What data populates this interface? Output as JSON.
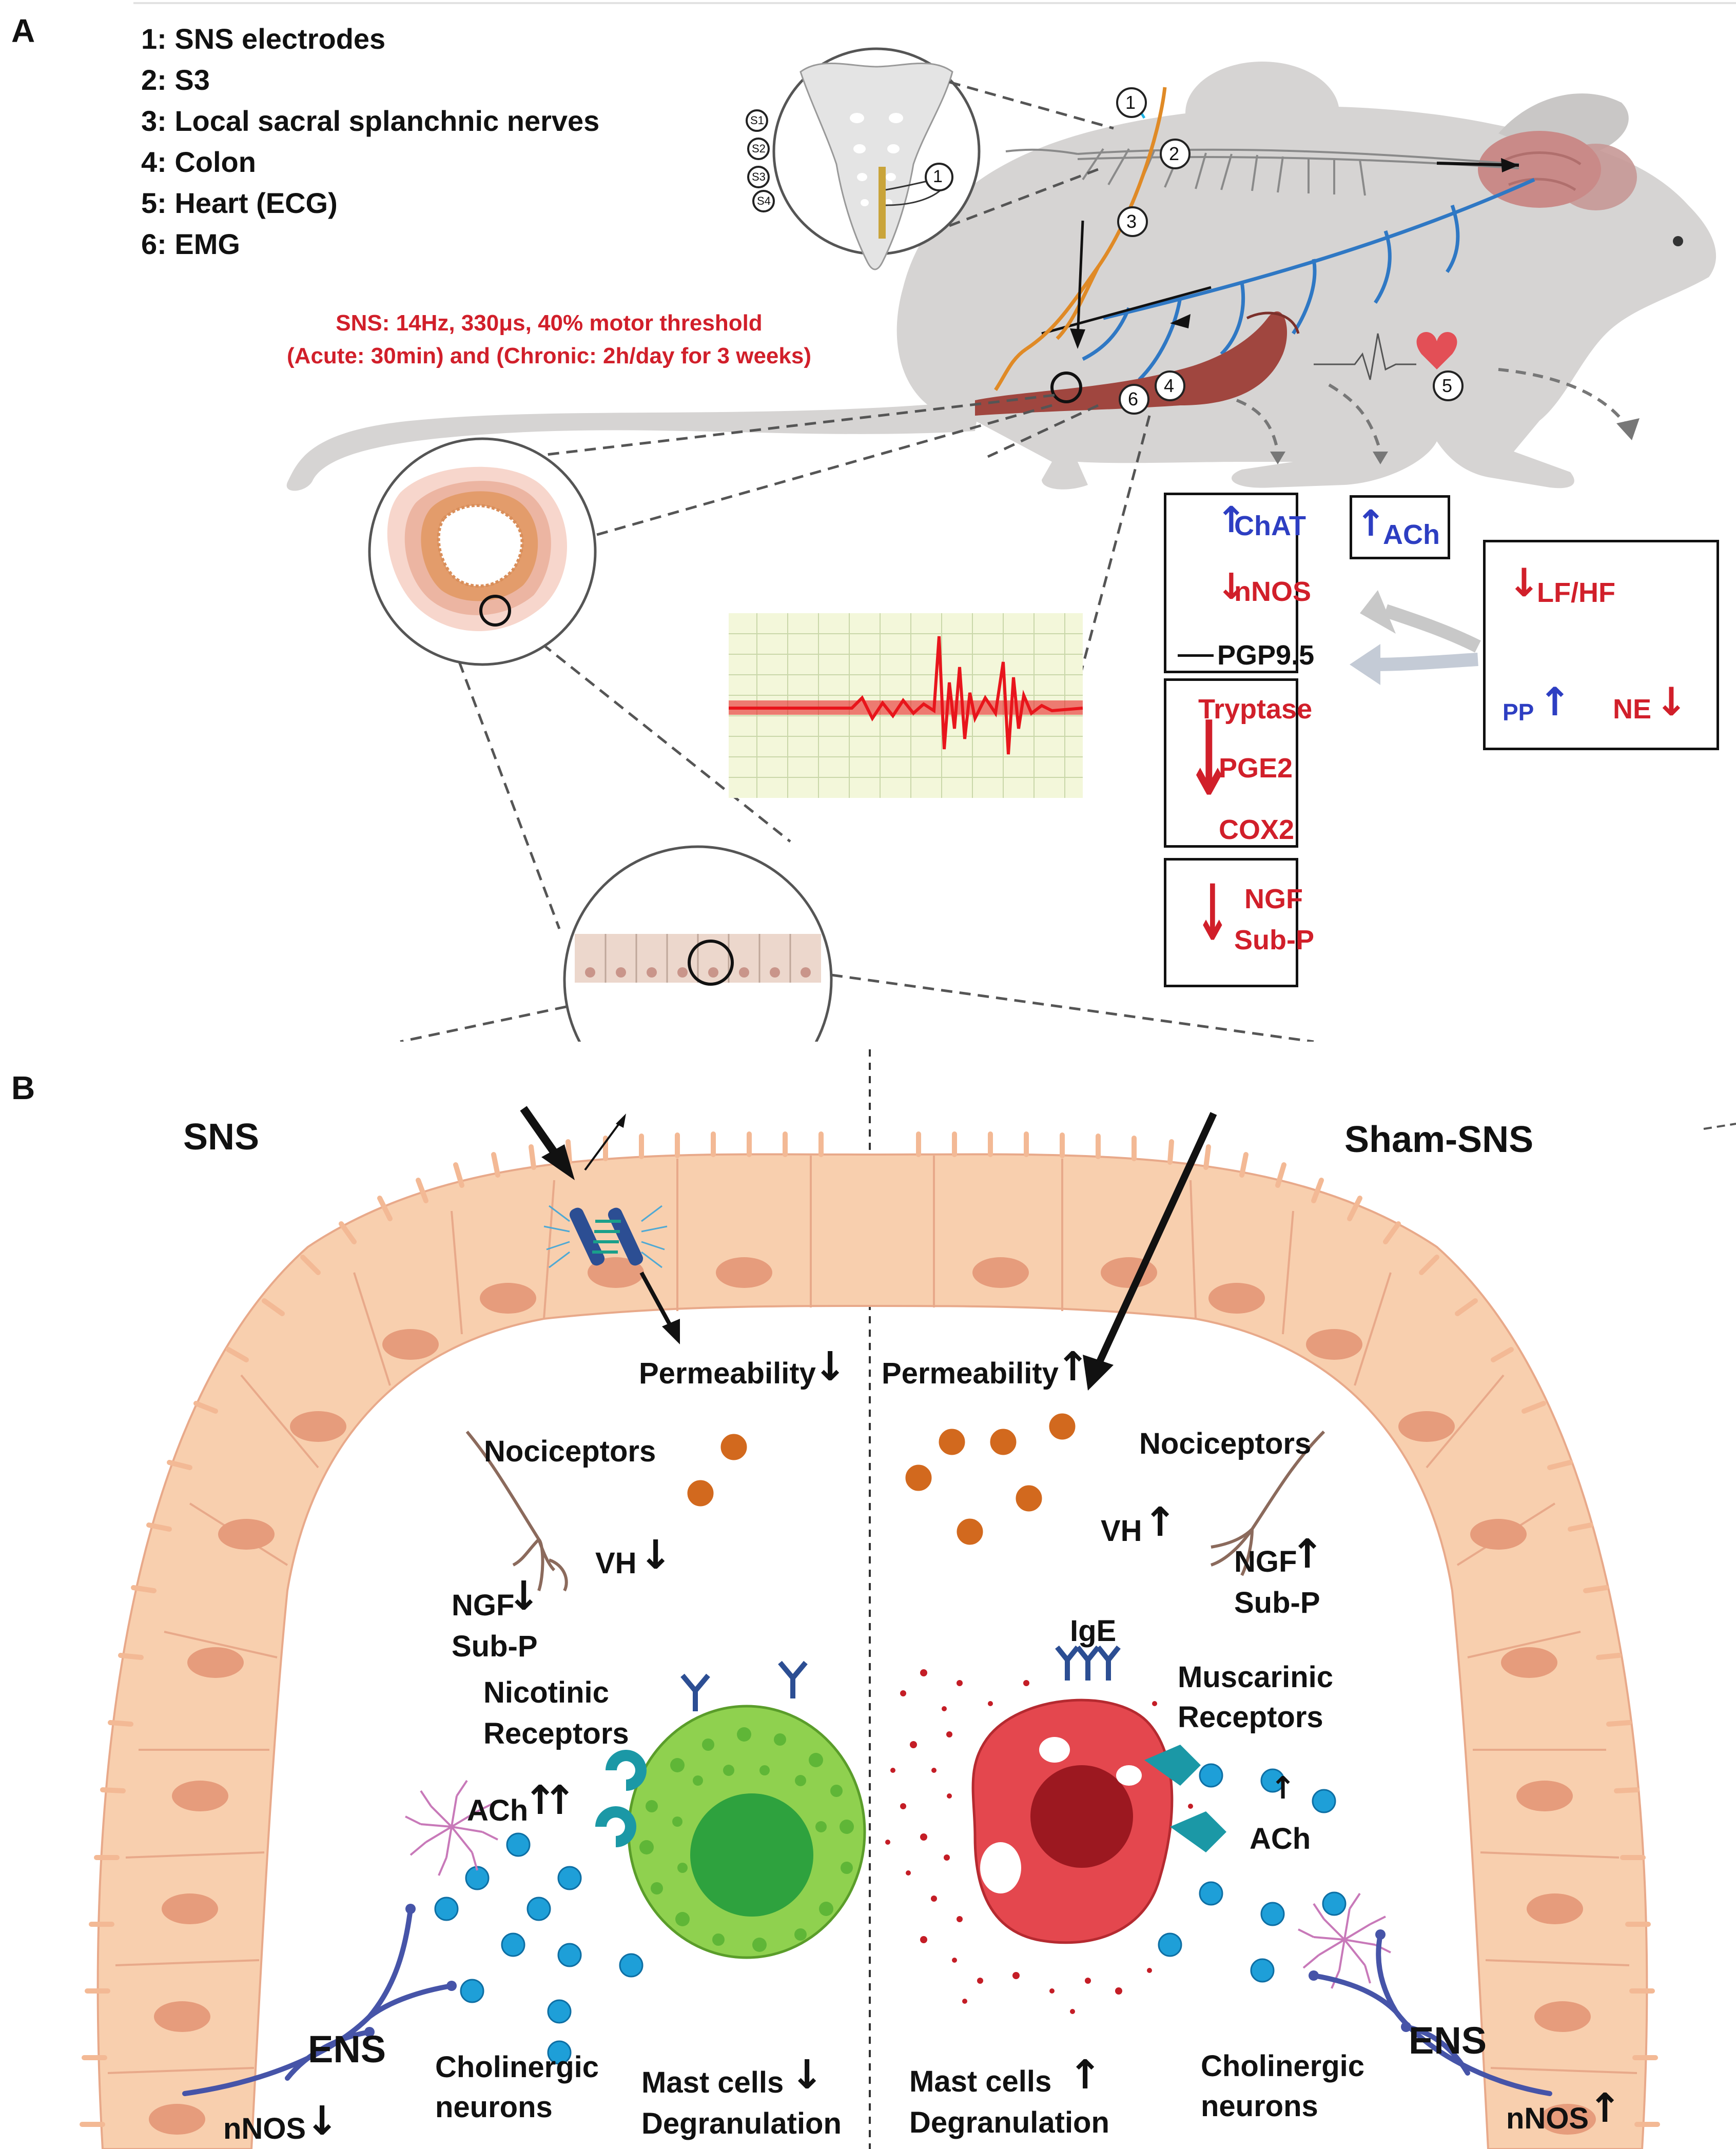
{
  "panels": {
    "a": "A",
    "b": "B"
  },
  "legend": [
    "1: SNS electrodes",
    "2: S3",
    "3: Local sacral splanchnic nerves",
    "4: Colon",
    "5: Heart (ECG)",
    "6: EMG"
  ],
  "stimulation": {
    "line1": "SNS: 14Hz, 330μs, 40% motor threshold",
    "line2": "(Acute: 30min) and (Chronic: 2h/day for 3 weeks)"
  },
  "sacrum_labels": [
    "S1",
    "S2",
    "S3",
    "S4"
  ],
  "callout_numbers": [
    "1",
    "2",
    "3",
    "4",
    "5",
    "6"
  ],
  "markers": {
    "chat": "ChAT",
    "nnos": "nNOS",
    "pgp": "PGP9.5",
    "ach": "ACh",
    "lf_hf": "LF/HF",
    "pp": "PP",
    "ne": "NE",
    "tryptase": "Tryptase",
    "pge2": "PGE2",
    "cox2": "COX2",
    "ngf": "NGF",
    "subp": "Sub-P"
  },
  "left": {
    "title": "SNS",
    "permeability": "Permeability",
    "nociceptors": "Nociceptors",
    "vh": "VH",
    "ngf": "NGF",
    "subp": "Sub-P",
    "nicotinic_1": "Nicotinic",
    "nicotinic_2": "Receptors",
    "ach": "ACh",
    "ens": "ENS",
    "cholinergic_1": "Cholinergic",
    "cholinergic_2": "neurons",
    "nnos": "nNOS",
    "mast_1": "Mast cells",
    "mast_2": "Degranulation"
  },
  "right": {
    "title": "Sham-SNS",
    "permeability": "Permeability",
    "nociceptors": "Nociceptors",
    "vh": "VH",
    "ngf": "NGF",
    "subp": "Sub-P",
    "ige": "IgE",
    "muscarinic_1": "Muscarinic",
    "muscarinic_2": "Receptors",
    "ach": "ACh",
    "ens": "ENS",
    "cholinergic_1": "Cholinergic",
    "cholinergic_2": "neurons",
    "nnos": "nNOS",
    "mast_1": "Mast cells",
    "mast_2": "Degranulation"
  },
  "colors": {
    "increase_blue": "#2d3ec2",
    "decrease_red": "#d11f2a",
    "tissue": "#f8cfae",
    "rat_body": "#d6d4d3",
    "mast_healthy": "#8fd14f",
    "mast_degranulated": "#e4474e",
    "ach_bead": "#1e9fd8"
  }
}
